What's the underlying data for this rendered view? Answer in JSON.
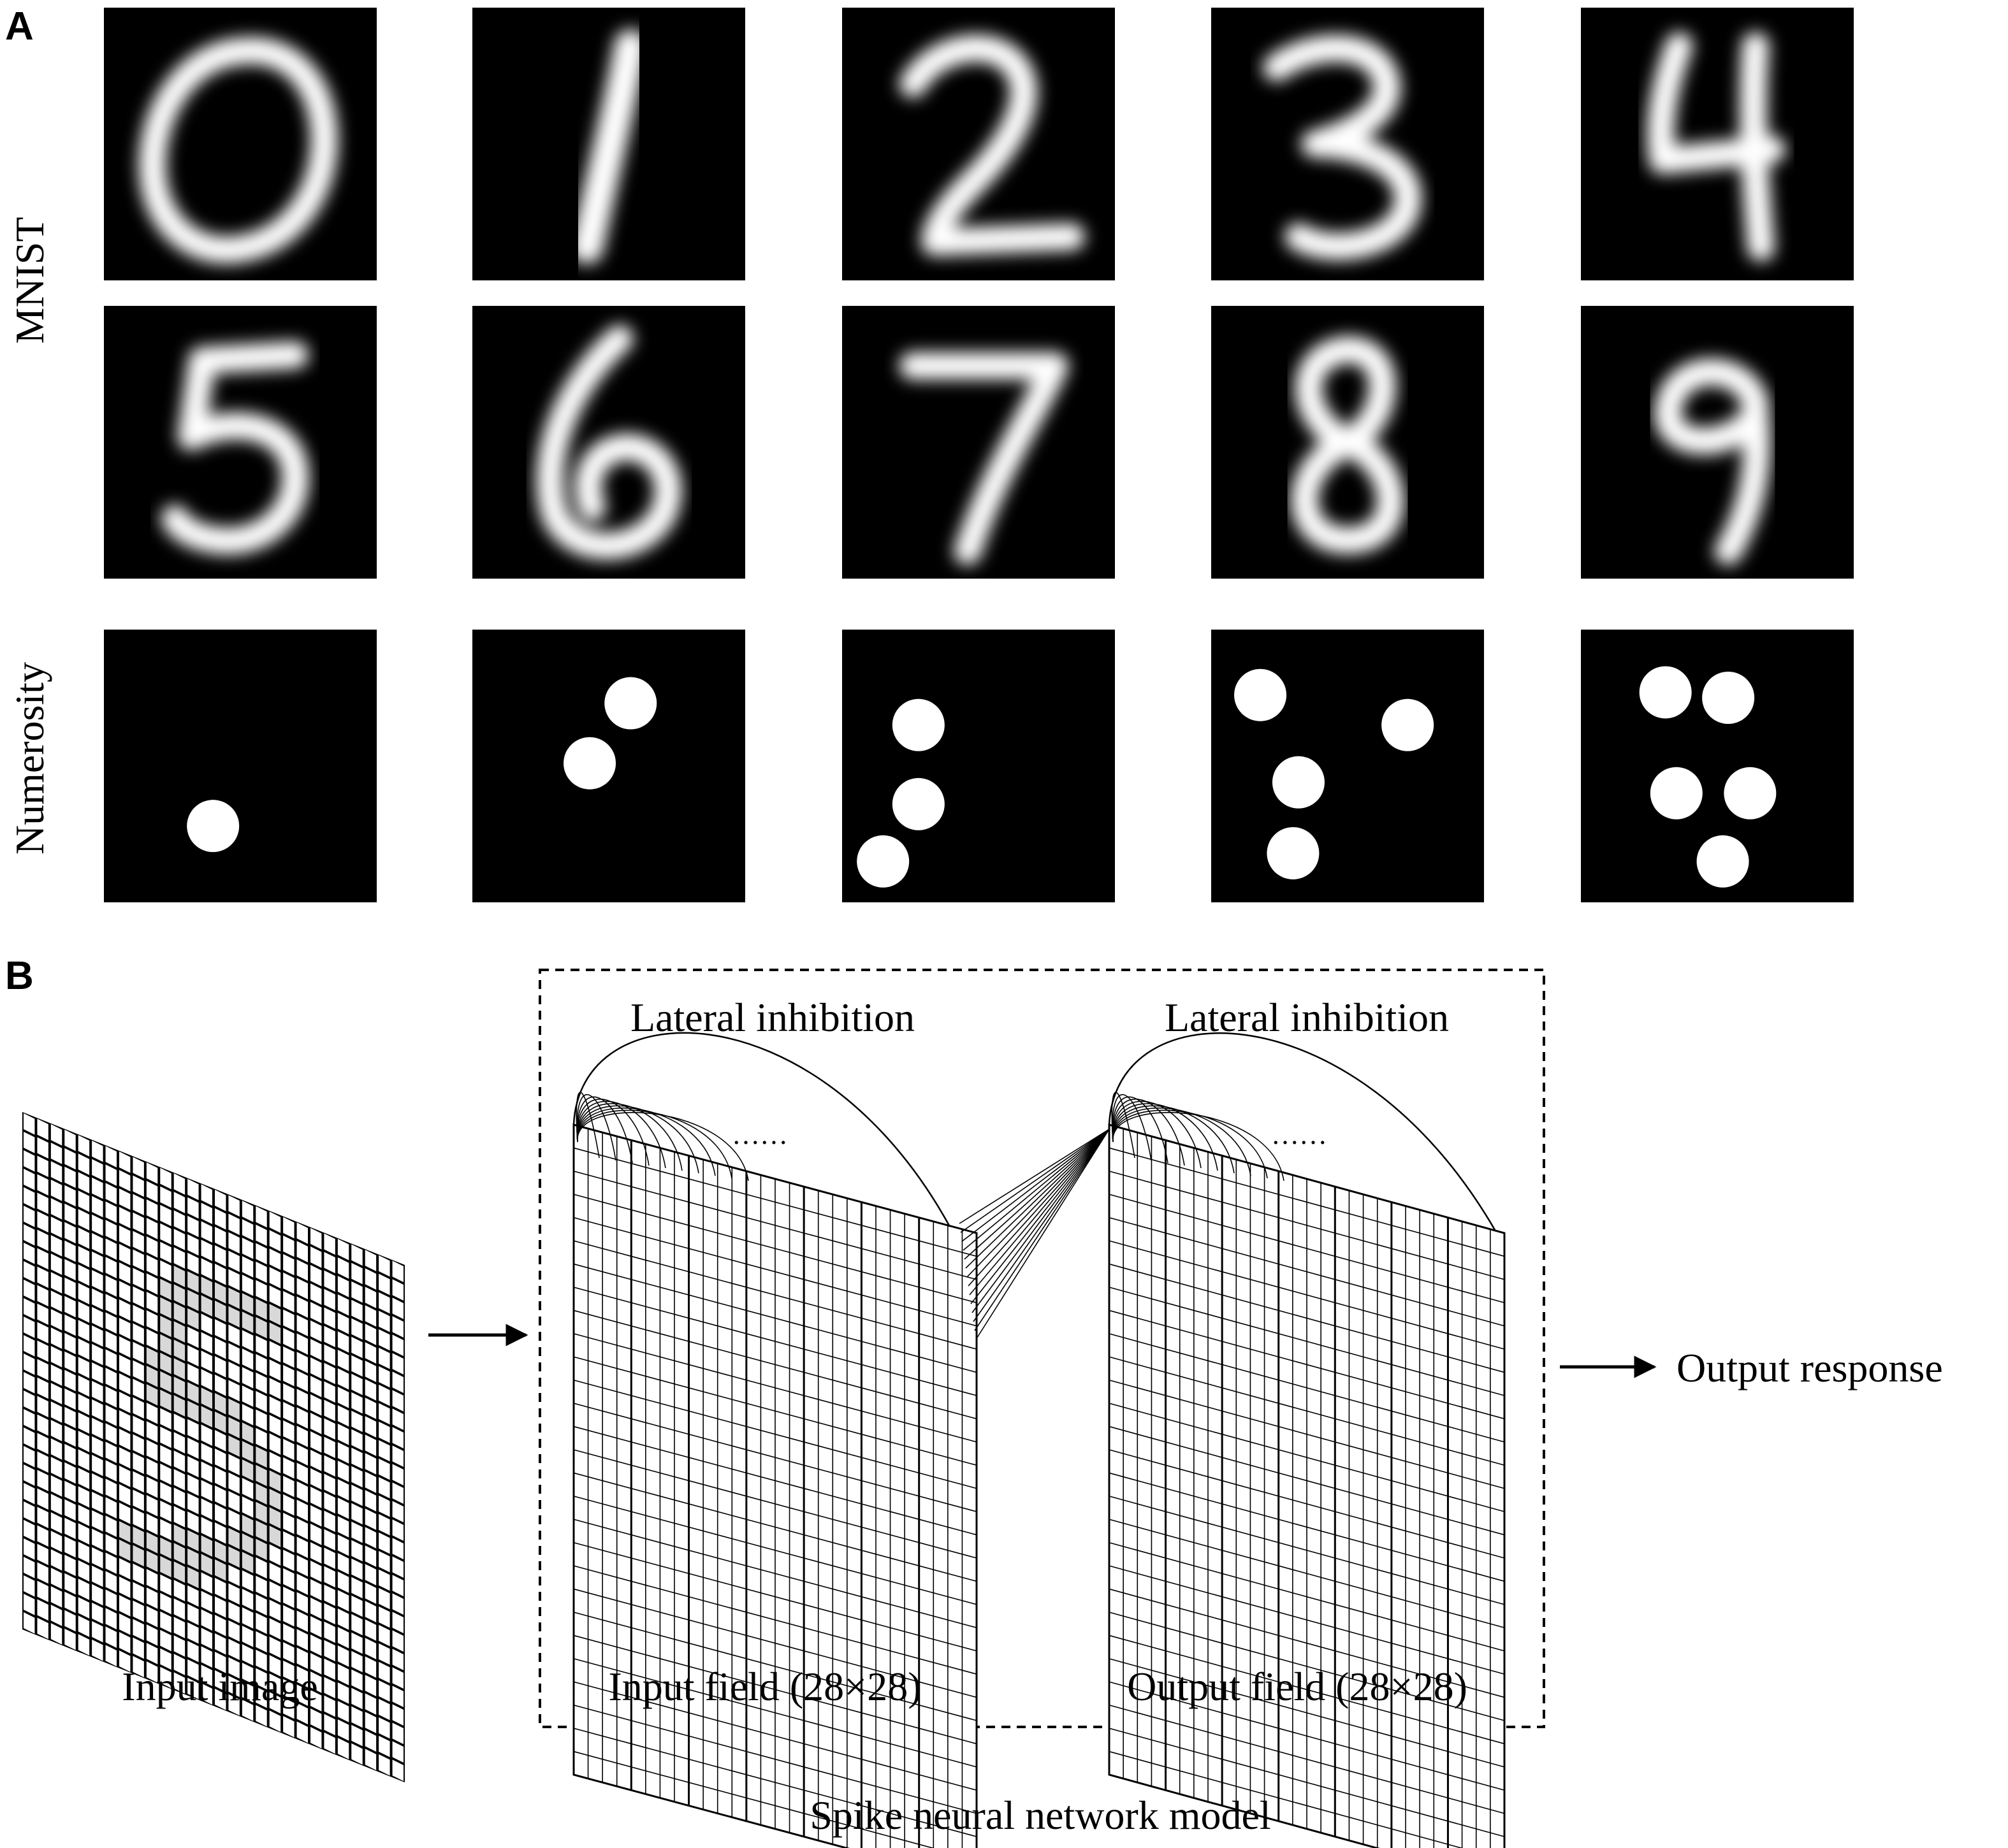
{
  "panel_a": {
    "letter": "A",
    "row_labels": {
      "mnist": "MNIST",
      "numerosity": "Numerosity"
    },
    "mnist_digits": [
      "0",
      "1",
      "2",
      "3",
      "4",
      "5",
      "6",
      "7",
      "8",
      "9"
    ],
    "numerosity_counts": [
      1,
      2,
      3,
      4,
      5
    ]
  },
  "panel_b": {
    "letter": "B",
    "input_image_label": "Input image",
    "input_image_digit": "5",
    "lateral_inhibition_1": "Lateral inhibition",
    "lateral_inhibition_2": "Lateral inhibition",
    "ellipsis_1": "……",
    "ellipsis_2": "……",
    "input_field_label": "Input field (28×28)",
    "output_field_label": "Output field (28×28)",
    "model_label": "Spike neural network model",
    "output_label": "Output response"
  },
  "colors": {
    "tile_bg": "#000000",
    "stroke": "#ffffff",
    "line": "#000000",
    "background": "#ffffff"
  }
}
